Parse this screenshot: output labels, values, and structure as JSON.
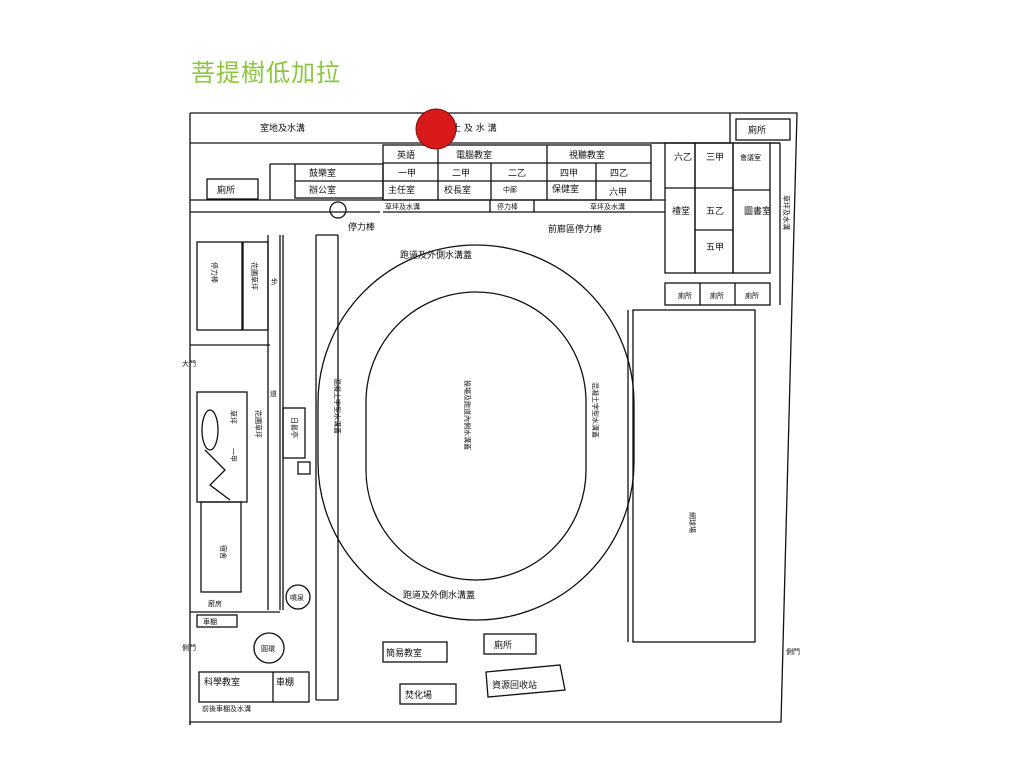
{
  "slide": {
    "title": "菩提樹低加拉"
  },
  "colors": {
    "title": "#8cc63f",
    "marker": "#d81a1a",
    "lines": "#111111"
  },
  "map": {
    "top_drain_left": "室地及水溝",
    "top_drain_right": "土 及 水 溝",
    "toilet_tr": "廁所",
    "english": "英語",
    "computer": "電腦教室",
    "av_room": "視聽教室",
    "drum_room": "鼓樂室",
    "office": "辦公室",
    "c1a": "一甲",
    "c2a": "二甲",
    "c2b": "二乙",
    "c4a": "四甲",
    "c4b": "四乙",
    "director": "主任室",
    "principal": "校長室",
    "middle": "中廊",
    "health": "保健室",
    "c6a": "六甲",
    "toilet_left": "廁所",
    "c6b": "六乙",
    "c3a": "三甲",
    "meeting": "會議室",
    "lawn_drain": "草坪及水溝",
    "lawn_drain_left": "草坪及水溝",
    "bike_small": "停力棒",
    "lawn_drain_mid": "草坪及水溝",
    "auditorium": "禮堂",
    "c5b": "五乙",
    "library": "圖書室",
    "bike1": "停力棒",
    "front_bike": "前廊區停力棒",
    "c5a": "五甲",
    "track_drain_top": "跑道及外側水溝蓋",
    "bike_left": "停力棒",
    "garden_lawn": "花圃草坪",
    "step": "步",
    "small_toilet_1": "廁所",
    "small_toilet_2": "廁所",
    "small_toilet_3": "廁所",
    "main_gate": "大門",
    "concrete_left": "混凝土字型水溝蓋",
    "field": "操場及跑道內側水溝蓋",
    "concrete_right": "混凝土字型水溝蓋",
    "road_mark": "道",
    "lawn": "草坪",
    "c1a_small": "一甲",
    "garden_lawn2": "花圃草坪",
    "sundial": "日晷亭",
    "tennis": "網球場",
    "dorm": "宿舍",
    "track_drain_bottom": "跑道及外側水溝蓋",
    "kitchen": "廚房",
    "shed_small": "車棚",
    "fountain": "噴泉",
    "side_gate_left": "側門",
    "pond": "圓環",
    "music": "簡易教室",
    "toilet_bottom": "廁所",
    "side_gate_right": "側門",
    "science": "科學教室",
    "shed": "車棚",
    "incinerator": "焚化場",
    "recycling": "資源回收站",
    "shed_drain": "前後車棚及水溝"
  }
}
